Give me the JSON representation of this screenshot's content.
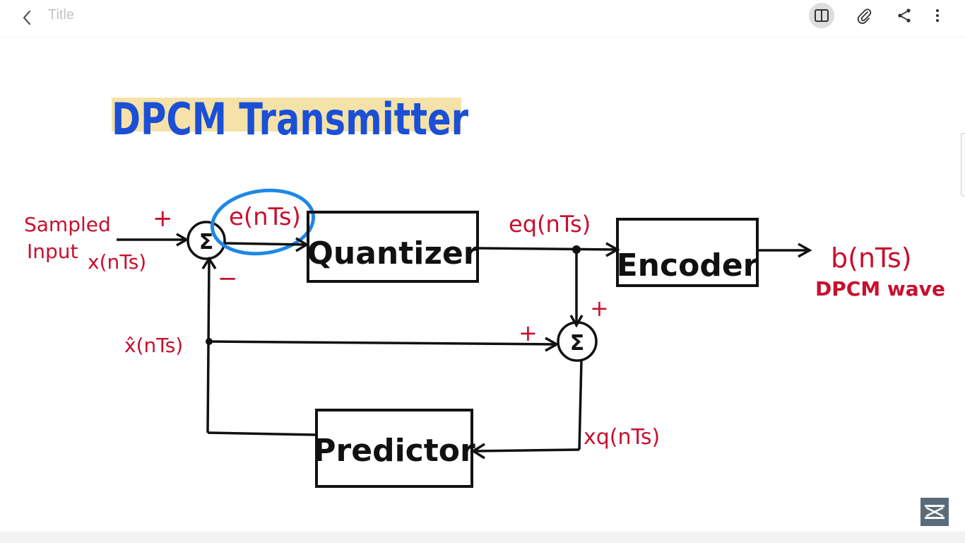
{
  "toolbar": {
    "title": "Title",
    "icons": [
      "back-icon",
      "reading-mode-icon",
      "attach-icon",
      "share-icon",
      "more-icon"
    ]
  },
  "diagram": {
    "heading": "DPCM Transmitter",
    "blocks": {
      "quantizer": "Quantizer",
      "encoder": "Encoder",
      "predictor": "Predictor"
    },
    "sum_symbol": "Σ",
    "labels": {
      "sampled": "Sampled",
      "input": "Input",
      "x_nts": "x(nTs)",
      "e_nts": "e(nTs)",
      "eq_nts": "eq(nTs)",
      "b_nts": "b(nTs)",
      "dpcm_wave": "DPCM wave",
      "xhat_nts": "x̂(nTs)",
      "xq_nts": "xq(nTs)",
      "plus": "+",
      "minus": "−"
    },
    "colors": {
      "ink": "#111111",
      "annotation": "#c8102e",
      "heading": "#1a4fd6",
      "highlight": "#f5e2a8",
      "circle": "#1e88e5"
    }
  }
}
